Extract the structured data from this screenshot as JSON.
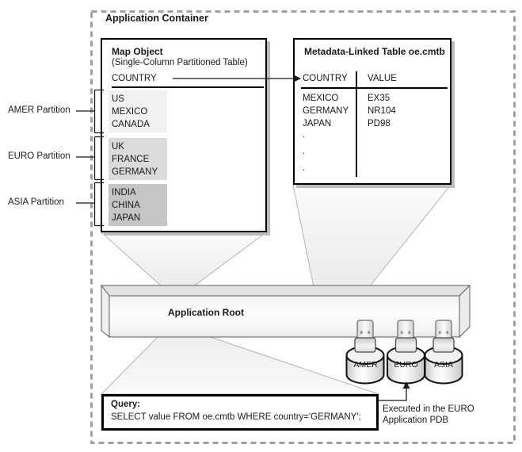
{
  "header": {
    "title": "Application Container"
  },
  "map_object": {
    "title": "Map Object",
    "subtitle": "(Single-Column Partitioned Table)",
    "column_header": "COUNTRY",
    "partitions": [
      {
        "label": "AMER Partition",
        "rows": [
          "US",
          "MEXICO",
          "CANADA"
        ]
      },
      {
        "label": "EURO Partition",
        "rows": [
          "UK",
          "FRANCE",
          "GERMANY"
        ]
      },
      {
        "label": "ASIA Partition",
        "rows": [
          "INDIA",
          "CHINA",
          "JAPAN"
        ]
      }
    ]
  },
  "metadata_table": {
    "title": "Metadata-Linked Table oe.cmtb",
    "columns": {
      "country": "COUNTRY",
      "value": "VALUE"
    },
    "rows": [
      {
        "country": "MEXICO",
        "value": "EX35"
      },
      {
        "country": "GERMANY",
        "value": "NR104"
      },
      {
        "country": "JAPAN",
        "value": "PD98"
      }
    ],
    "dots": [
      ".",
      ".",
      "."
    ]
  },
  "root": {
    "label": "Application Root"
  },
  "pdbs": [
    {
      "label": "AMER"
    },
    {
      "label": "EURO"
    },
    {
      "label": "ASIA"
    }
  ],
  "query": {
    "label": "Query:",
    "sql": "SELECT value FROM oe.cmtb WHERE country='GERMANY';"
  },
  "note": {
    "line1": "Executed in the EURO",
    "line2": "Application PDB"
  },
  "colors": {
    "partition_amer": "#f1f1ef",
    "partition_euro": "#dbdbd9",
    "partition_asia": "#c6c6c4",
    "dashed_border": "#a0a0a0",
    "box_border": "#000000",
    "box_shadow": "#bdbdbd",
    "funnel_fill": "#f2f2f2"
  }
}
